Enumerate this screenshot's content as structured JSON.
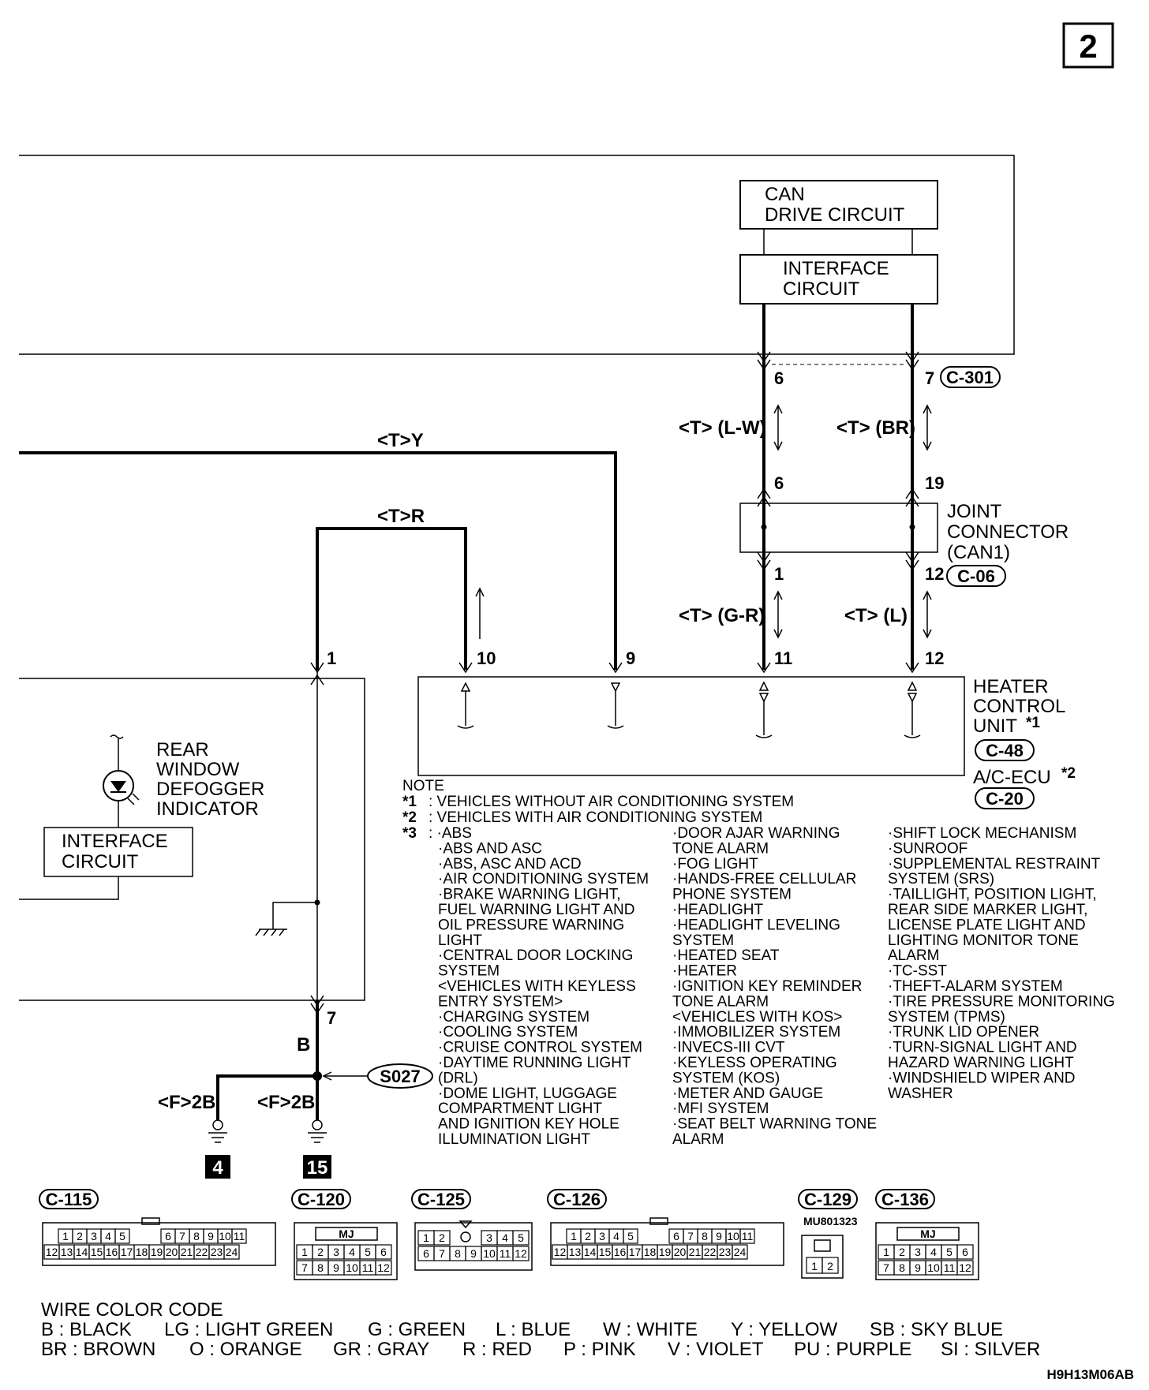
{
  "page_number": "2",
  "figure_code": "H9H13M06AB",
  "blocks": {
    "can_drive": [
      "CAN",
      "DRIVE CIRCUIT"
    ],
    "interface_top": [
      "INTERFACE",
      "CIRCUIT"
    ],
    "interface_left": [
      "INTERFACE",
      "CIRCUIT"
    ],
    "joint_connector": [
      "JOINT",
      "CONNECTOR",
      "(CAN1)"
    ],
    "heater_unit": [
      "HEATER",
      "CONTROL",
      "UNIT"
    ],
    "ac_ecu": "A/C-ECU",
    "defogger": [
      "REAR",
      "WINDOW",
      "DEFOGGER",
      "INDICATOR"
    ]
  },
  "wires": {
    "t_y": "<T>Y",
    "t_r": "<T>R",
    "t_lw": "<T> (L-W)",
    "t_br": "<T> (BR)",
    "t_gr": "<T> (G-R)",
    "t_l": "<T> (L)",
    "b": "B",
    "f2b_left": "<F>2B",
    "f2b_right": "<F>2B"
  },
  "star1": "*1",
  "star2": "*2",
  "pins": {
    "c301_6": "6",
    "c301_7": "7",
    "jc_6": "6",
    "jc_19": "19",
    "jc_1": "1",
    "jc_12": "12",
    "u_1": "1",
    "u_10": "10",
    "u_9": "9",
    "u_11": "11",
    "u_12": "12",
    "u_7": "7"
  },
  "connectors": {
    "c301": "C-301",
    "c06": "C-06",
    "c48": "C-48",
    "c20": "C-20",
    "s027": "S027",
    "c115": "C-115",
    "c120": "C-120",
    "c125": "C-125",
    "c126": "C-126",
    "c129": "C-129",
    "c136": "C-136"
  },
  "grounds": [
    "4",
    "15"
  ],
  "connector_views": {
    "mu_code": "MU801323",
    "mj_label": "MJ",
    "c115_top": [
      "1",
      "2",
      "3",
      "4",
      "5",
      "6",
      "7",
      "8",
      "9",
      "10",
      "11"
    ],
    "c115_bottom": [
      "12",
      "13",
      "14",
      "15",
      "16",
      "17",
      "18",
      "19",
      "20",
      "21",
      "22",
      "23",
      "24"
    ],
    "c120_top": [
      "1",
      "2",
      "3",
      "4",
      "5",
      "6"
    ],
    "c120_bottom": [
      "7",
      "8",
      "9",
      "10",
      "11",
      "12"
    ],
    "c125_top": [
      "1",
      "2",
      "3",
      "4",
      "5"
    ],
    "c125_bottom": [
      "6",
      "7",
      "8",
      "9",
      "10",
      "11",
      "12"
    ],
    "c129": [
      "1",
      "2"
    ]
  },
  "note": {
    "title": "NOTE",
    "star1_key": "*1",
    "star1_text": ": VEHICLES WITHOUT AIR CONDITIONING SYSTEM",
    "star2_key": "*2",
    "star2_text": ": VEHICLES WITH AIR CONDITIONING SYSTEM",
    "star3_key": "*3",
    "col1": [
      ": ·ABS",
      "·ABS AND ASC",
      "·ABS, ASC AND ACD",
      "·AIR CONDITIONING SYSTEM",
      "·BRAKE WARNING LIGHT,",
      "FUEL WARNING LIGHT AND",
      "OIL PRESSURE WARNING",
      "LIGHT",
      "·CENTRAL DOOR LOCKING",
      "SYSTEM",
      "<VEHICLES WITH KEYLESS",
      "ENTRY SYSTEM>",
      "·CHARGING SYSTEM",
      "·COOLING SYSTEM",
      "·CRUISE CONTROL SYSTEM",
      "·DAYTIME RUNNING LIGHT",
      "(DRL)",
      "·DOME LIGHT, LUGGAGE",
      "COMPARTMENT LIGHT",
      "AND IGNITION KEY HOLE",
      "ILLUMINATION LIGHT"
    ],
    "col2": [
      "·DOOR AJAR WARNING",
      "TONE ALARM",
      "·FOG LIGHT",
      "·HANDS-FREE CELLULAR",
      "PHONE SYSTEM",
      "·HEADLIGHT",
      "·HEADLIGHT LEVELING",
      "SYSTEM",
      "·HEATED SEAT",
      "·HEATER",
      "·IGNITION KEY REMINDER",
      "TONE ALARM",
      "<VEHICLES WITH KOS>",
      "·IMMOBILIZER SYSTEM",
      "·INVECS-III CVT",
      "·KEYLESS OPERATING",
      "SYSTEM (KOS)",
      "·METER AND GAUGE",
      "·MFI SYSTEM",
      "·SEAT BELT WARNING TONE",
      "ALARM"
    ],
    "col3": [
      "·SHIFT LOCK MECHANISM",
      "·SUNROOF",
      "·SUPPLEMENTAL RESTRAINT",
      "SYSTEM (SRS)",
      "·TAILLIGHT, POSITION LIGHT,",
      "REAR SIDE MARKER LIGHT,",
      "LICENSE PLATE LIGHT AND",
      "LIGHTING MONITOR TONE",
      "ALARM",
      "·TC-SST",
      "·THEFT-ALARM SYSTEM",
      "·TIRE PRESSURE MONITORING",
      "SYSTEM (TPMS)",
      "·TRUNK LID OPENER",
      "·TURN-SIGNAL LIGHT AND",
      "HAZARD WARNING LIGHT",
      "·WINDSHIELD WIPER AND",
      "WASHER"
    ]
  },
  "wire_color_code": {
    "title": "WIRE COLOR CODE",
    "row1": [
      "B : BLACK",
      "LG : LIGHT GREEN",
      "G : GREEN",
      "L : BLUE",
      "W : WHITE",
      "Y : YELLOW",
      "SB : SKY BLUE"
    ],
    "row2": [
      "BR : BROWN",
      "O : ORANGE",
      "GR : GRAY",
      "R : RED",
      "P : PINK",
      "V : VIOLET",
      "PU : PURPLE",
      "SI : SILVER"
    ]
  }
}
